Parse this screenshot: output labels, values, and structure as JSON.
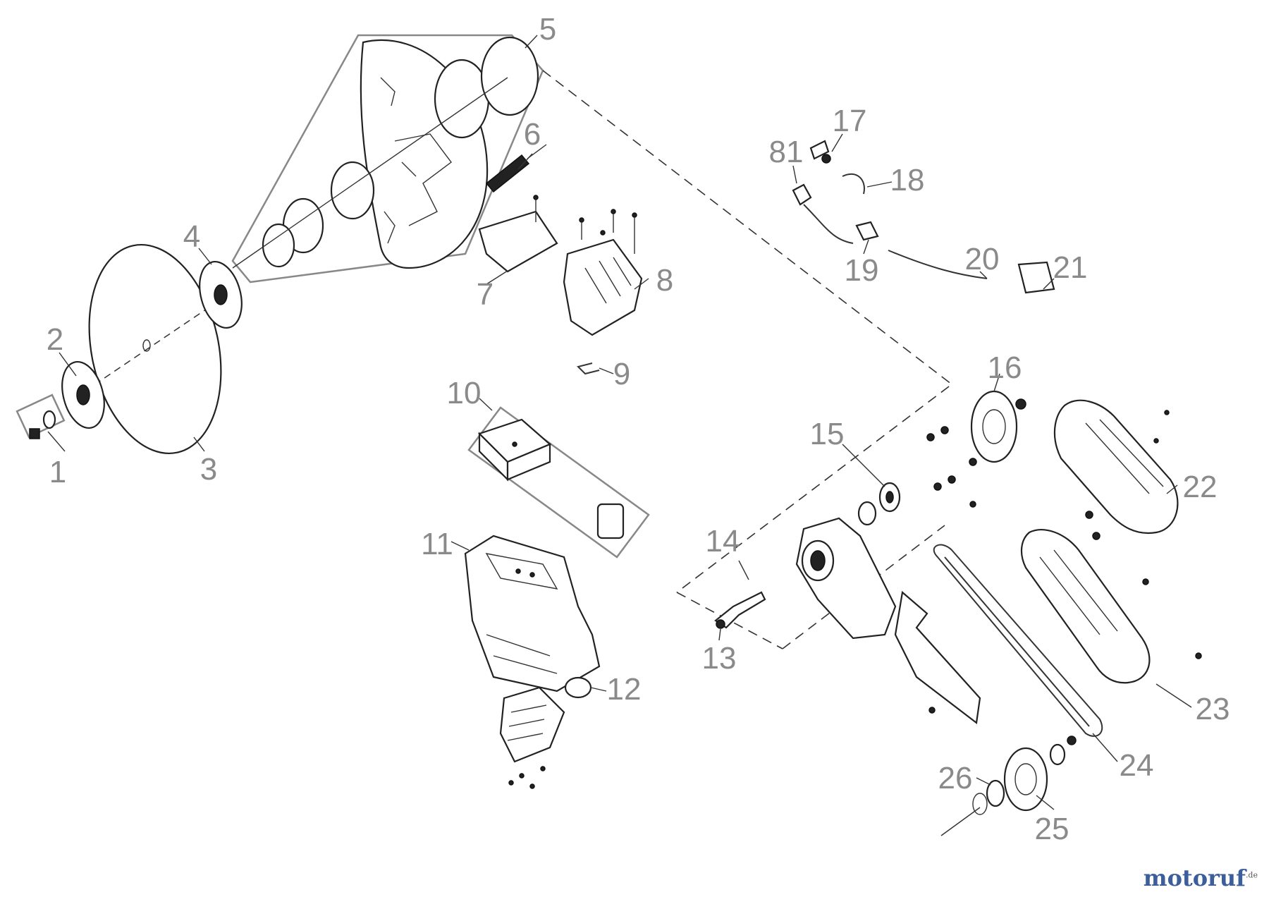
{
  "diagram": {
    "callouts": [
      "1",
      "2",
      "3",
      "4",
      "5",
      "6",
      "7",
      "8",
      "9",
      "10",
      "11",
      "12",
      "13",
      "14",
      "15",
      "16",
      "17",
      "81",
      "18",
      "19",
      "20",
      "21",
      "22",
      "23",
      "24",
      "25",
      "26"
    ]
  },
  "watermark": {
    "brand_main": "motoruf",
    "brand_suffix": ".de"
  },
  "colors": {
    "label": "#8a8a8a",
    "line": "#333333",
    "brand_blue": "#3c5f9c",
    "brand_orange": "#e69521"
  }
}
